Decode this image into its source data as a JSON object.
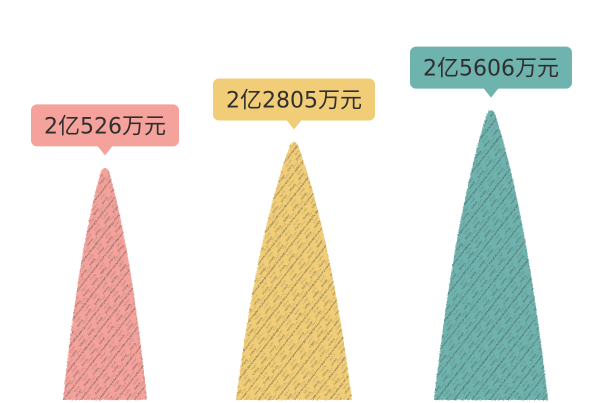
{
  "chart_data": {
    "type": "bar",
    "categories": [
      "",
      "",
      ""
    ],
    "values": [
      20526,
      22805,
      25606
    ],
    "value_unit": "万元",
    "data_labels": [
      "2亿526万元",
      "2亿2805万元",
      "2亿5606万元"
    ],
    "colors": [
      "#f4a29b",
      "#f2cd77",
      "#6fb3ae"
    ],
    "label_colors": [
      "#f4a29b",
      "#f2cd77",
      "#6fb3ae"
    ],
    "ylim": [
      0,
      29000
    ],
    "grid": false,
    "legend": "none",
    "bar_style": "pictorial-cone-sketch"
  }
}
